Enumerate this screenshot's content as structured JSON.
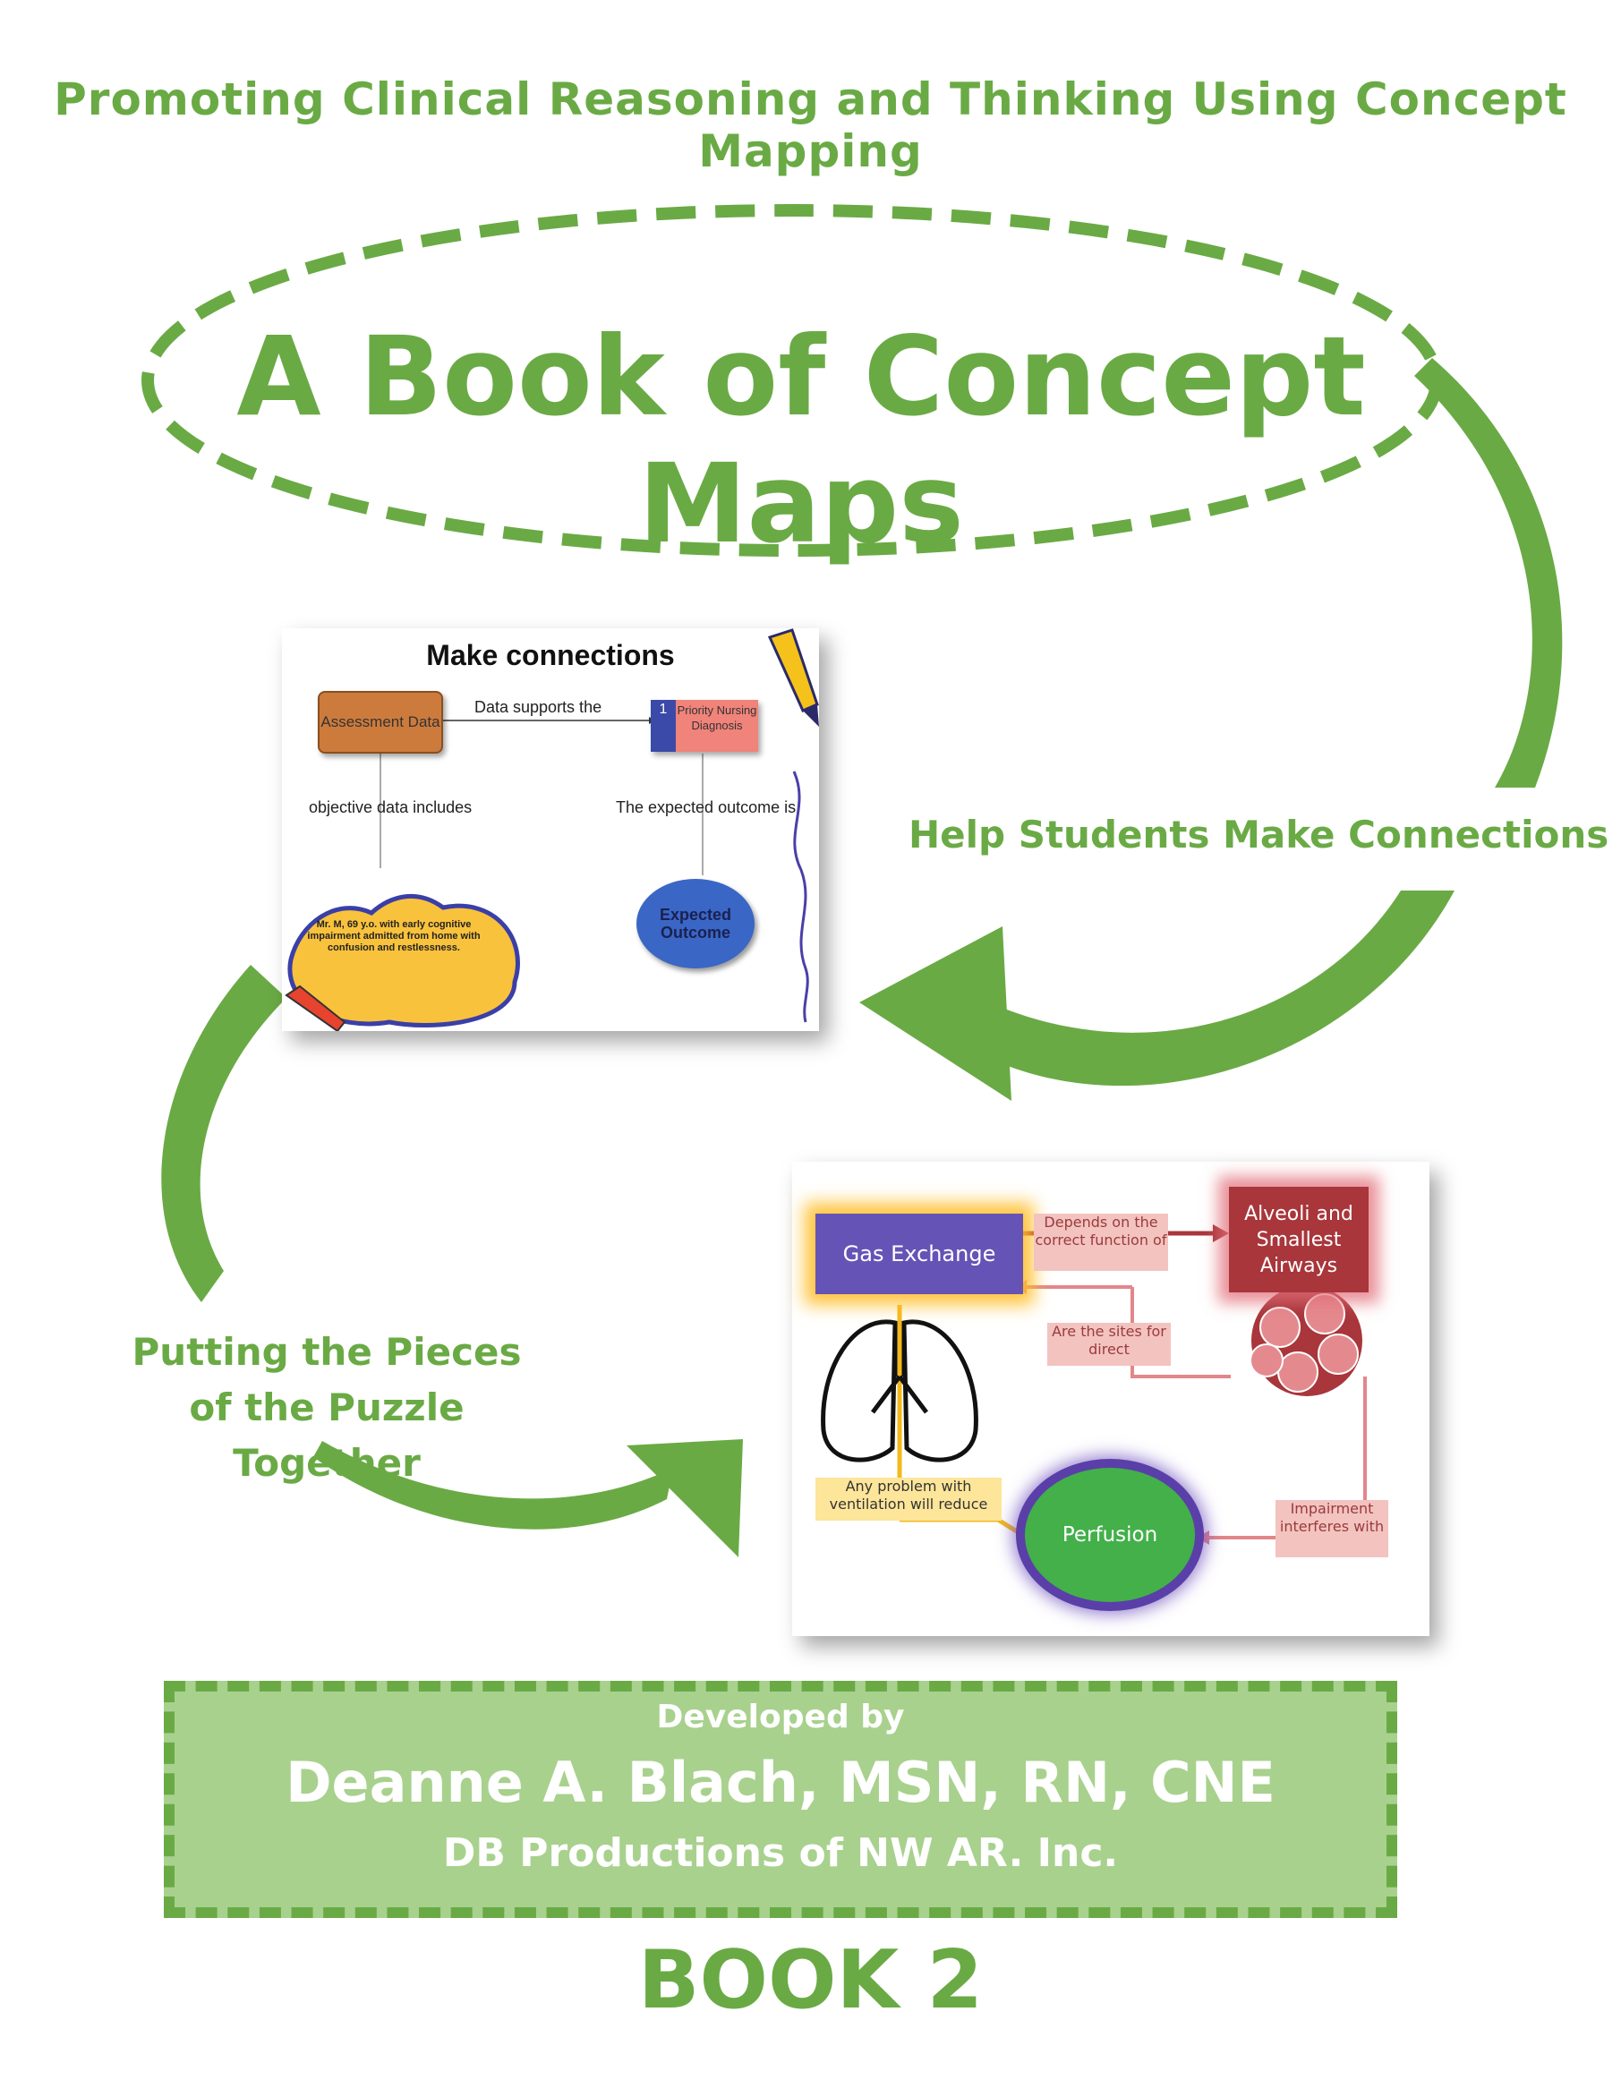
{
  "cover": {
    "tagline": "Promoting Clinical Reasoning and Thinking Using Concept Mapping",
    "title": "A Book of Concept Maps",
    "caption_right": "Help Students Make Connections",
    "caption_left": "Putting the Pieces of the Puzzle Together",
    "developer": {
      "intro": "Developed by",
      "name": "Deanne A. Blach, MSN, RN, CNE",
      "company": "DB Productions of NW AR. Inc."
    },
    "book_label": "BOOK 2"
  },
  "slide1": {
    "title": "Make connections",
    "node_assessment": "Assessment Data",
    "link_supports": "Data supports the",
    "priority_number": "1",
    "node_priority": "Priority Nursing Diagnosis",
    "link_objective": "objective data includes",
    "link_expected": "The expected outcome is",
    "node_outcome": "Expected Outcome",
    "case_text": "Mr. M, 69 y.o. with early cognitive impairment admitted from home with confusion and restlessness."
  },
  "slide2": {
    "node_gas": "Gas Exchange",
    "node_alveoli": "Alveoli and Smallest Airways",
    "node_perfusion": "Perfusion",
    "label_depends": "Depends on the correct function of",
    "label_sites": "Are the sites for direct",
    "label_anyproblem": "Any problem with ventilation will reduce",
    "label_impair": "Impairment interferes with"
  },
  "colors": {
    "brand_green": "#6aaa45",
    "box_green": "#a8d18d"
  }
}
